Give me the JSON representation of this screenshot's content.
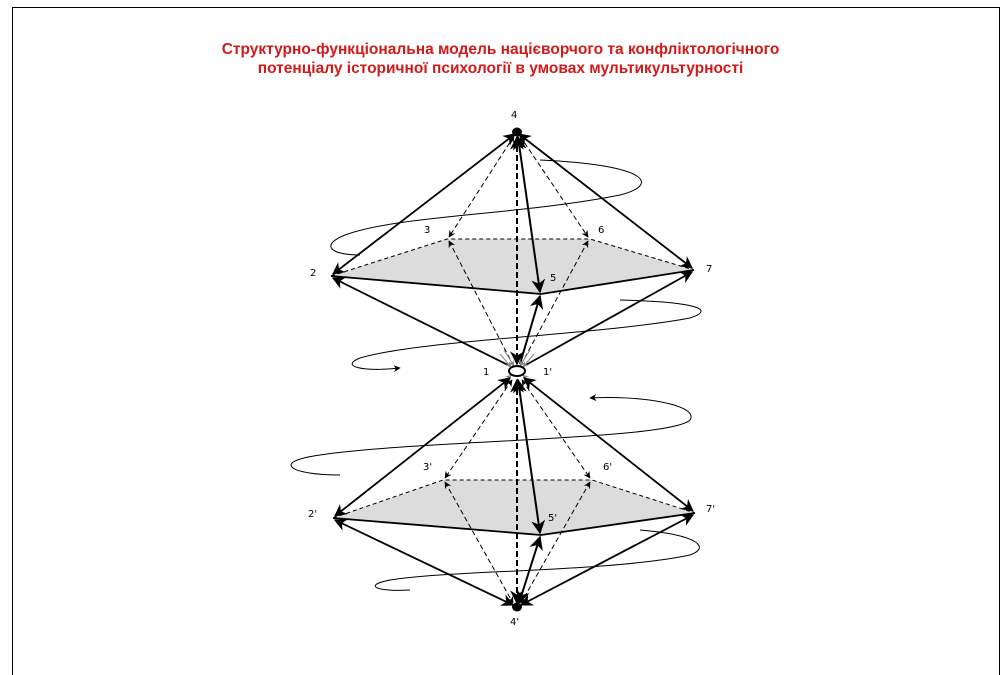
{
  "title": {
    "line1": "Структурно-функціональна модель націєворчого та конфліктологічного",
    "line2": "потенціалу історичної психології в умовах мультикультурності"
  },
  "labels": {
    "n4": "4",
    "n3": "3",
    "n6": "6",
    "n2": "2",
    "n5": "5",
    "n7": "7",
    "n1": "1",
    "n1p": "1'",
    "n3p": "3'",
    "n6p": "6'",
    "n2p": "2'",
    "n5p": "5'",
    "n7p": "7'",
    "n4p": "4'"
  },
  "colors": {
    "title": "#d11a1a",
    "plane_fill": "#dcdcdc",
    "lines": "#000000",
    "center_arrows": "#888888"
  }
}
